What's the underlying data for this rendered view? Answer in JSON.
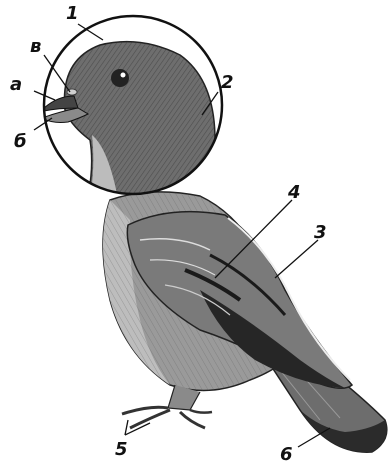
{
  "labels": {
    "l1": "1",
    "l2": "2",
    "l3": "3",
    "l4": "4",
    "l5": "5",
    "l6": "6",
    "la": "а",
    "lb": "б",
    "lv": "в"
  }
}
